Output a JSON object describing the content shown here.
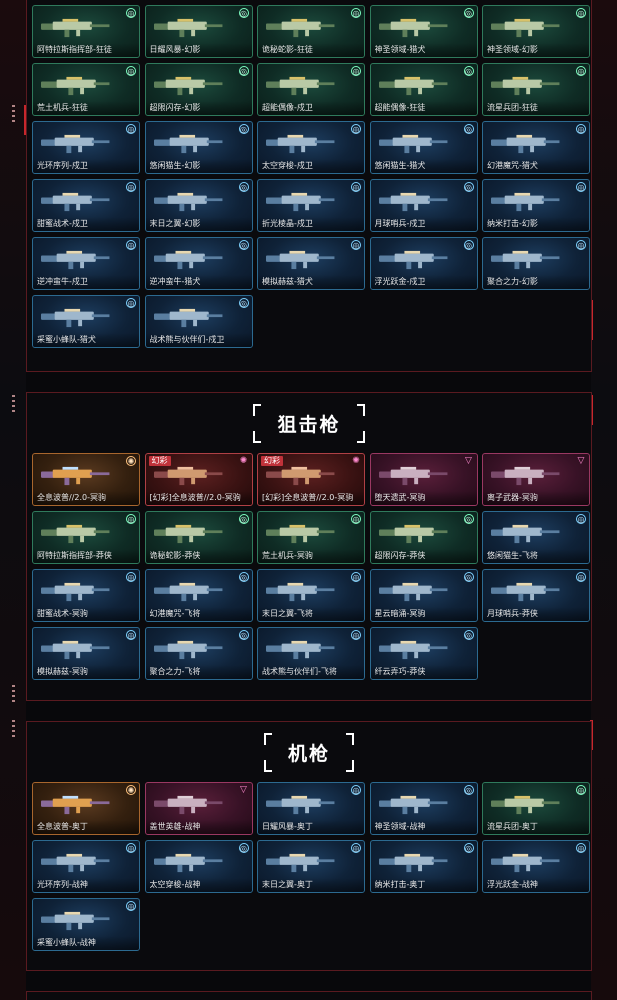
{
  "sections": [
    {
      "id": "rifles",
      "title": "",
      "cards": [
        {
          "name": "阿特拉斯指挥部-狂徒",
          "rarity": "green",
          "badge": "◎"
        },
        {
          "name": "日耀风暴-幻影",
          "rarity": "green",
          "badge": "◎"
        },
        {
          "name": "诡秘蛇影-狂徒",
          "rarity": "green",
          "badge": "◎"
        },
        {
          "name": "神圣领域-猎犬",
          "rarity": "green",
          "badge": "◎"
        },
        {
          "name": "神圣领域-幻影",
          "rarity": "green",
          "badge": "◎"
        },
        {
          "name": "荒土机兵-狂徒",
          "rarity": "green",
          "badge": "◎"
        },
        {
          "name": "超限闪存-幻影",
          "rarity": "green",
          "badge": "◎"
        },
        {
          "name": "超能偶像-戍卫",
          "rarity": "green",
          "badge": "◎"
        },
        {
          "name": "超能偶像-狂徒",
          "rarity": "green",
          "badge": "◎"
        },
        {
          "name": "流星兵团-狂徒",
          "rarity": "green",
          "badge": "◎"
        },
        {
          "name": "光环序列-戍卫",
          "rarity": "blue",
          "badge": "◎"
        },
        {
          "name": "悠闲猫生-幻影",
          "rarity": "blue",
          "badge": "◎"
        },
        {
          "name": "太空穿梭-戍卫",
          "rarity": "blue",
          "badge": "◎"
        },
        {
          "name": "悠闲猫生-猎犬",
          "rarity": "blue",
          "badge": "◎"
        },
        {
          "name": "幻港魔咒-猎犬",
          "rarity": "blue",
          "badge": "◎"
        },
        {
          "name": "甜蜜战术-戍卫",
          "rarity": "blue",
          "badge": "◎"
        },
        {
          "name": "末日之翼-幻影",
          "rarity": "blue",
          "badge": "◎"
        },
        {
          "name": "折光棱晶-戍卫",
          "rarity": "blue",
          "badge": "◎"
        },
        {
          "name": "月球哨兵-戍卫",
          "rarity": "blue",
          "badge": "◎"
        },
        {
          "name": "纳米打击-幻影",
          "rarity": "blue",
          "badge": "◎"
        },
        {
          "name": "逆冲蛮牛-戍卫",
          "rarity": "blue",
          "badge": "◎"
        },
        {
          "name": "逆冲蛮牛-猎犬",
          "rarity": "blue",
          "badge": "◎"
        },
        {
          "name": "模拟赫兹-猎犬",
          "rarity": "blue",
          "badge": "◎"
        },
        {
          "name": "浮光跃金-戍卫",
          "rarity": "blue",
          "badge": "◎"
        },
        {
          "name": "聚合之力-幻影",
          "rarity": "blue",
          "badge": "◎"
        },
        {
          "name": "采蜜小蜂队-猎犬",
          "rarity": "blue",
          "badge": "◎"
        },
        {
          "name": "战术熊与伙伴们-戍卫",
          "rarity": "blue",
          "badge": "◎"
        }
      ]
    },
    {
      "id": "snipers",
      "title": "狙击枪",
      "cards": [
        {
          "name": "全息波普//2.0-冥驹",
          "rarity": "orange",
          "badge": "✺"
        },
        {
          "name": "[幻彩]全息波普//2.0-冥驹",
          "rarity": "pinkred",
          "badge": "✺",
          "tag": "幻彩"
        },
        {
          "name": "[幻彩]全息波普//2.0-冥驹",
          "rarity": "pinkred",
          "badge": "✺",
          "tag": "幻彩"
        },
        {
          "name": "堕天遗武-冥驹",
          "rarity": "pink",
          "badge": "▽"
        },
        {
          "name": "离子武器-冥驹",
          "rarity": "pink",
          "badge": "▽"
        },
        {
          "name": "阿特拉斯指挥部-莽侠",
          "rarity": "green",
          "badge": "◎"
        },
        {
          "name": "诡秘蛇影-莽侠",
          "rarity": "green",
          "badge": "◎"
        },
        {
          "name": "荒土机兵-冥驹",
          "rarity": "green",
          "badge": "◎"
        },
        {
          "name": "超限闪存-莽侠",
          "rarity": "green",
          "badge": "◎"
        },
        {
          "name": "悠闲猫生-飞将",
          "rarity": "blue",
          "badge": "◎"
        },
        {
          "name": "甜蜜战术-冥驹",
          "rarity": "blue",
          "badge": "◎"
        },
        {
          "name": "幻港魔咒-飞将",
          "rarity": "blue",
          "badge": "◎"
        },
        {
          "name": "末日之翼-飞将",
          "rarity": "blue",
          "badge": "◎"
        },
        {
          "name": "星云暗涌-冥驹",
          "rarity": "blue",
          "badge": "◎"
        },
        {
          "name": "月球哨兵-莽侠",
          "rarity": "blue",
          "badge": "◎"
        },
        {
          "name": "模拟赫兹-冥驹",
          "rarity": "blue",
          "badge": "◎"
        },
        {
          "name": "聚合之力-飞将",
          "rarity": "blue",
          "badge": "◎"
        },
        {
          "name": "战术熊与伙伴们-飞将",
          "rarity": "blue",
          "badge": "◎"
        },
        {
          "name": "纤云弄巧-莽侠",
          "rarity": "blue",
          "badge": "◎"
        }
      ]
    },
    {
      "id": "machineguns",
      "title": "机枪",
      "cards": [
        {
          "name": "全息波普-奥丁",
          "rarity": "orange",
          "badge": "✺"
        },
        {
          "name": "盖世英雄-战神",
          "rarity": "pink",
          "badge": "▽"
        },
        {
          "name": "日耀风暴-奥丁",
          "rarity": "blue",
          "badge": "◎"
        },
        {
          "name": "神圣领域-战神",
          "rarity": "blue",
          "badge": "◎"
        },
        {
          "name": "流星兵团-奥丁",
          "rarity": "green",
          "badge": "◎"
        },
        {
          "name": "光环序列-战神",
          "rarity": "blue",
          "badge": "◎"
        },
        {
          "name": "太空穿梭-战神",
          "rarity": "blue",
          "badge": "◎"
        },
        {
          "name": "末日之翼-奥丁",
          "rarity": "blue",
          "badge": "◎"
        },
        {
          "name": "纳米打击-奥丁",
          "rarity": "blue",
          "badge": "◎"
        },
        {
          "name": "浮光跃金-战神",
          "rarity": "blue",
          "badge": "◎"
        },
        {
          "name": "采蜜小蜂队-战神",
          "rarity": "blue",
          "badge": "◎"
        }
      ]
    }
  ],
  "colors": {
    "accent_red": "#c7272c",
    "blue": "#2c6a90",
    "green": "#2f7a5c",
    "orange": "#a8662d",
    "pink": "#9a3862"
  }
}
